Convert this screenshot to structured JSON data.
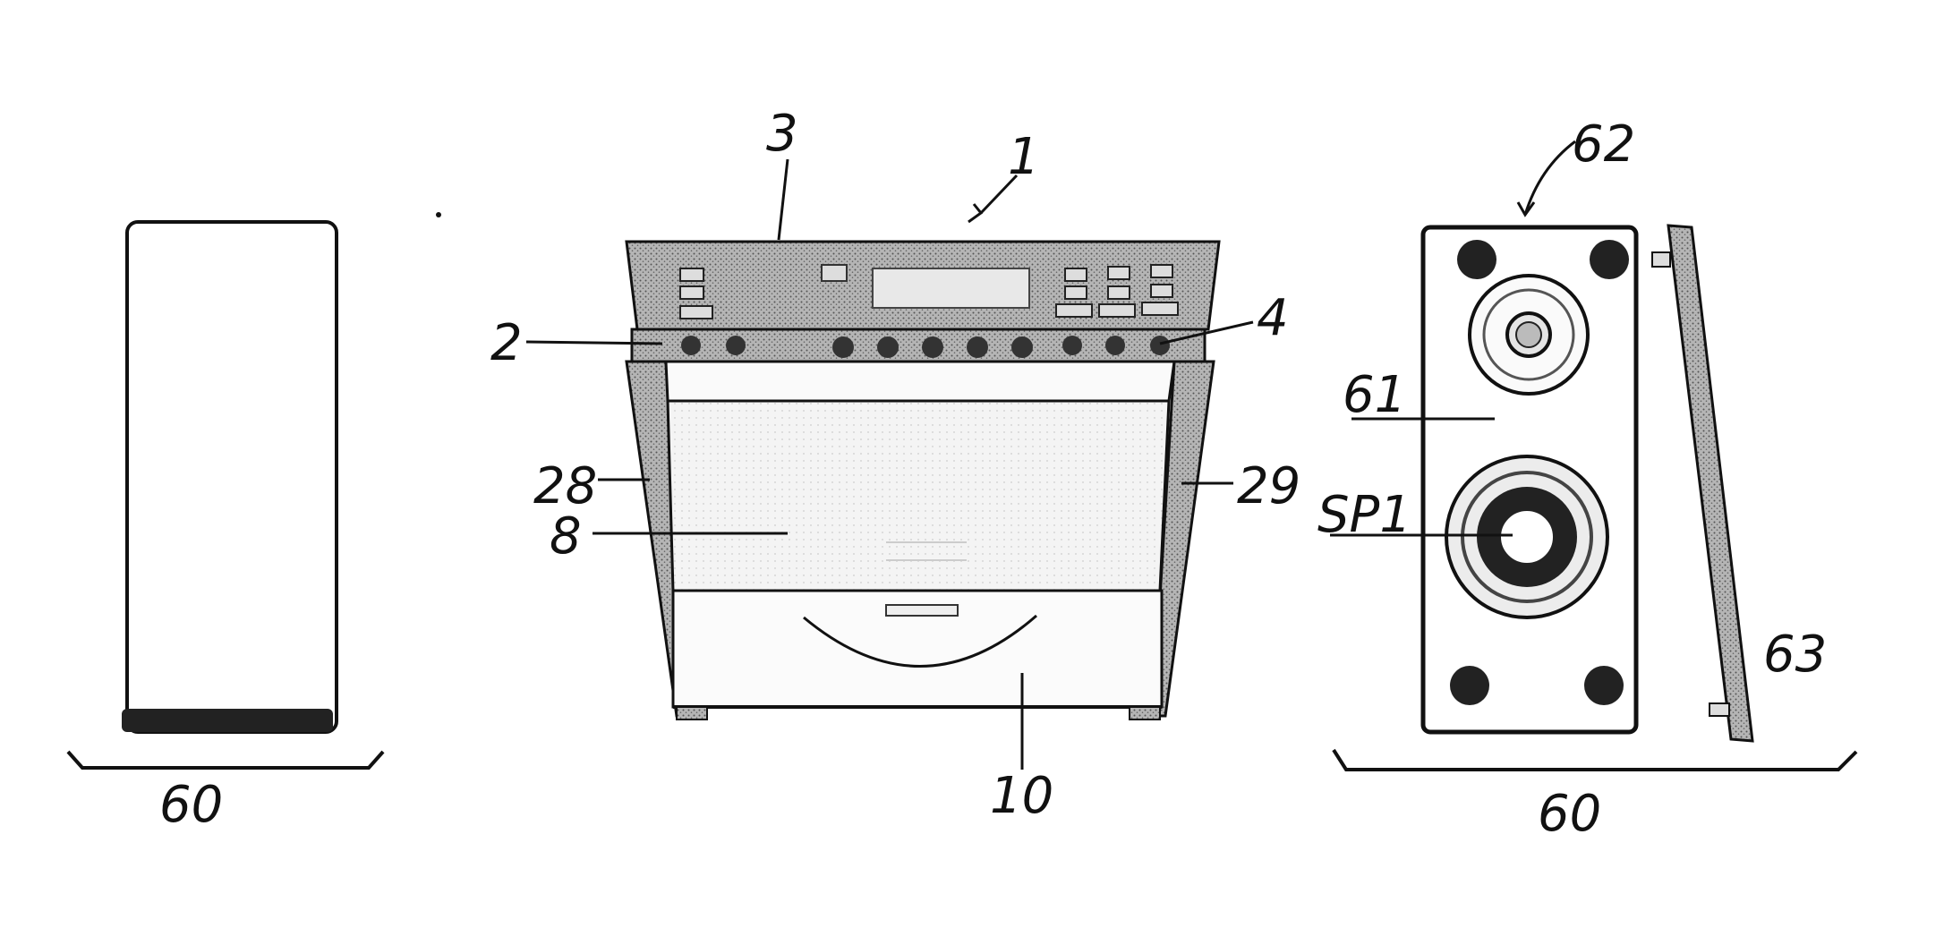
{
  "colors": {
    "ink": "#111111",
    "stipple": "#8c8c8c",
    "paper": "#ffffff"
  },
  "labels": {
    "main_unit": "1",
    "front_panel": "2",
    "top_panel": "3",
    "knob_row": "4",
    "display_window": "8",
    "tray_door": "10",
    "left_side": "28",
    "right_side": "29",
    "speaker_left": "60",
    "speaker_right": "60",
    "speaker_front": "61",
    "speaker_top": "62",
    "speaker_grille": "63",
    "speaker_driver": "SP1"
  }
}
